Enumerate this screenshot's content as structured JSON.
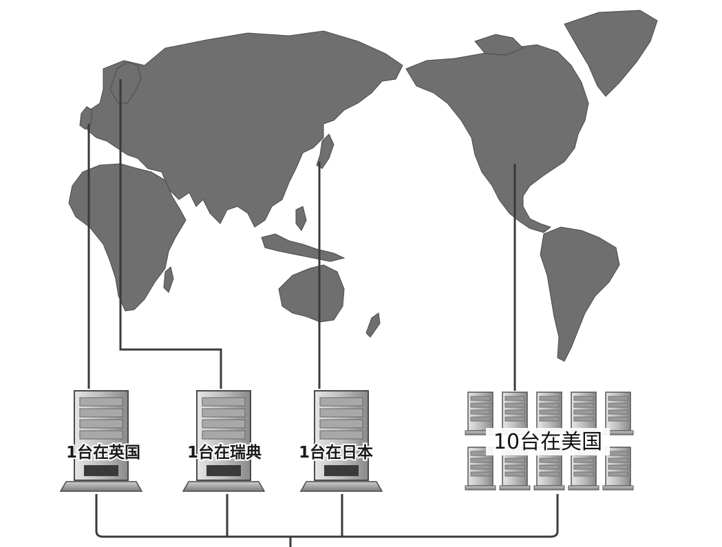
{
  "diagram": {
    "colors": {
      "land": "#6f6f6f",
      "line": "#3a3a3a",
      "server_dark": "#5a5a5a",
      "server_light": "#d9d9d9",
      "background": "#ffffff"
    },
    "servers": [
      {
        "id": "uk",
        "label": "1台在英国"
      },
      {
        "id": "sweden",
        "label": "1台在瑞典"
      },
      {
        "id": "japan",
        "label": "1台在日本"
      },
      {
        "id": "usa",
        "label": "10台在美国"
      }
    ]
  }
}
